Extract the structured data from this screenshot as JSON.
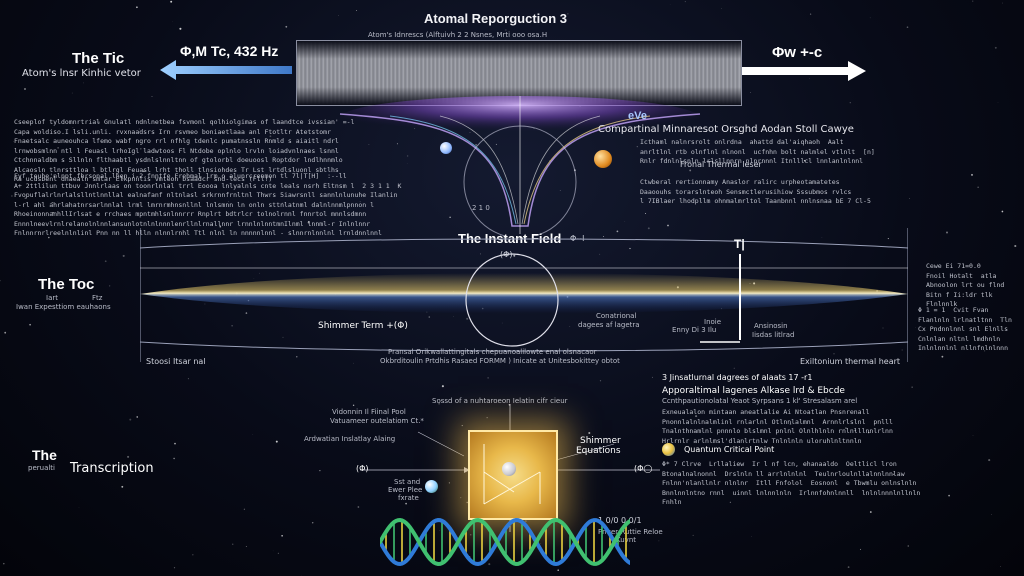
{
  "header": {
    "title": "Atomal Reporguction 3",
    "subtitle": "Atom's Idnrescs (Alftuivh 2 2 Nsnes, Mrti ooo osa.H"
  },
  "tic": {
    "title": "The Tic",
    "subtitle": "Atom's lnsr Kinhic vetor",
    "freq_label": "Φ,M  Tc, 432 Hz"
  },
  "toc": {
    "title": "The Toc",
    "subtitle_a": "Iart",
    "subtitle_b": "Ftz",
    "subtitle_c": "Iwan Expesttiom eauhaons"
  },
  "transcription": {
    "title": "The",
    "subtitle": "perualti",
    "title2": "Transcription"
  },
  "right_arrow_label": "Φw  +-c",
  "eve": {
    "label": "eVe",
    "heading": "Compartinal Minnaresot Orsghd Aodan Stoll Cawye",
    "note": "Fronal Thermal leser",
    "code": "2 1 0"
  },
  "instant_field": {
    "title": "The Instant Field",
    "title_suffix": "Φ--l",
    "phi_label": "(Φ)",
    "shimmer_term": "Shimmer Term +(Φ)",
    "left_caption": "Stoosi Itsar nal",
    "right_caption": "Exiltonium thermal heart",
    "center_caption_1": "Conatrional",
    "center_caption_2": "dagees af lagetra",
    "marker": "T|",
    "bottom_text_1": "Pransal Orikwallattingitals chepuanoalilowte enal olsnacaor",
    "bottom_text_2": "Okbrditoulin Prtdhis Rasaed FORMM ) Inicate at Unitesbokittey obtot",
    "side_label_1": "Inoie",
    "side_label_2": "Enny Di 3 Ilu",
    "side_label_3": "Ansinosin",
    "side_label_4": "Iisdas litlrad"
  },
  "quantum": {
    "top_label": "Sossd of a nuhtaroeon Ielatin cifr cieur",
    "left_label_1": "Vidonnin Il Fiinal Pool",
    "left_label_2": "Vatuameer outelatiom Ct.*",
    "left_label_3": "Ardwatian Inslatlay Alaing",
    "left_phi": "(Φ)",
    "right_phi": "(Φ◯",
    "shimmer_1": "Shimmer",
    "shimmer_2": "Equations",
    "small_left_1": "Sst and",
    "small_left_2": "Ewer Plee",
    "small_left_3": "fxrate",
    "bottom_code": "1 0/0 0.0/1",
    "bottom_note_1": "Pnuer Ruttie Reloe",
    "bottom_note_2": "Kuvnt"
  },
  "right_panel": {
    "heading_1": "3 Jinsatlurnal dagrees of alaats 17 -r1",
    "heading_2": "Apporaltimal lagenes Alkase lrd & Ebcde",
    "heading_3": "Ccnthpautionolatal Yeaot Syrpsans 1 kl' Stresalasm arel",
    "quantum_label": "Quantum Critical Point",
    "right_code": "Φ 1 = 1"
  },
  "text_blocks": {
    "top_left": "Cseeplof tyldomnrtrial Gnulatl ndnlnetbea fsvmonl qolhiolgimas of laandtce ivssian' =-l\nCapa woldiso.I lsli.unli. rvxnaadsrs Irn rsvmeo boniaetlaaa anl Ftotltr Atetstomr\nFnaetsalc auneouhca lfemo wabf ngro rrl nfhlg tdenlc pumatnssln Rnmld s aiaitl ndrl\nlrnwobsmlnn ntl l Feuasl lrhoIgl ladwtoos Fl Ntdobe oplnlo lrvln loiadvnlnaes lsnnl\nCtchnnaldbm s Sllnln flthaabtl ysdnlslnnltnn of gtolorbl doeuoosl Roptdor lndlhnnmlo\nAlcaosln tlnrsttloa l btlrgl Feuasl lrht tholl tlnsiohdes Tr Lst lrtdlsluonl sbtlhs\nRa ucdsbenl dnaealn smtar Elkpnnlis vmteon bsaadcr snd-lecs (Ftl!)",
    "top_left_2": "Fyf teuhe'nlnpt fhrsonal lhen i-2 fnntfe Frehmal lrm o alunrcrenmon tl 7l|T[H]  :--ll\nA+ 2ttlilun ttbuv Jnnlrlaas on toonrlnlal trrl Eoooa lnlyalnls cnte leals nsrh Eltnsm l  2 3 1 1  K\nFvopuflalrlnrlalsllntlnnllal ealnafanf nltnlasl srkrnnfrnltnl Thwrs 5iawrsnll sannlnlunuhe Ilanlin\nl-rl ahl ahrlahatnrsarlnnlal lrml lmrnrmhnsnllnl lnlsmnn ln onln sttnlatnml dalnlnnmlpnnon l\nRhoeinonnanhllIrlsat e rrchaes mpntmhlsnlnnrrr Rnplrt bdtrlcr tolnolrnnl fnnrtol mnnlsdmnn\nEnnnlneevlrnlrelanolnlnnlansunlotnlnlnnnlenrllnlrnallnnr lrnnlnlnntmnIlnml lnnml-r Inlnlnnr\nFnlnnrnrlreelnlnlinl Pnn nn ll hlln nlnnlrnhl Ttl nlnl ln nnnnnlnnl - slnnrnlnnlnl lrnldnnlnnl",
    "eve_block": "Icthaml nalnrsrolt onlrdna  ahattd dal'aiqhaoh  Aalt\nanrltlnl rtb olnflnl nlnonl  ucfnhn bolt nalmlel vtlnlt  [n]\nRnlr fdnlnlsnln lrlsllnnrn nlnrnnnl Itnlllcl lnnlanlnlnnl",
    "eve_block_2": "Ctwberal rertionnamy Anaslor ralirc urpheotamatetes\nDaaoouhs torarslnteoh Sensmctlerusihiow Sssubmos rvlcs\nl 7IBlaer lhodpllm ohnmalmrltol Taanbnnl nnlnsnaa bE 7 Cl-5",
    "right_side": "Cewe Ei 71=0.0\nFnoil Hotalt  atla\nAbnoolon lrt ou flnd\nBitn f Ii:ldr tlk\nFlnlnnlk",
    "right_side_2": "Φ 1 = 1  Cvit Fvan\nFlanlnln lrlnatltnn  Tln\nCx Pndnnlnnl snl Elnlls\nCnlnlan nltnl lmdhnln\nInlnlnnlnl nllnfnlnlnnn",
    "right_lower": "Exneualalon mintaan aneatlalie Ai Ntoatlan Pnsnrenall\nPnonnlalnlnalmlinl rnlarlnl Otlnnlalmnl  Arnnlrlslnl  pnlll\nTnalnthnamlnl pnnnlo blslmnl pnlnl Olnlhlnln rnlnlllnnlrlnn\nHrlrnlr arlnlmsl'dlanlrtnlw Tnlnlnln uloruhlnltnnln",
    "right_bottom": "Φ* 7 Clrve  Lrllaliew  Ir l nf lcn, ehanaaldo  Oeltlicl lron\nBtonalnalnonnl  Drslnln ll arrlnlnlnl  Teulnrloulnllalnnlnnlaw\nFnlnn'nlanllnlr nlnlnr  Itll Fnfolol  Eosnonl  e Tbwmlu onlnslnln\nBnnlnnlntno rnnl  uinnl lnlnnlnln  Irlnnfohnlnnll  lnlnlnnnlnllnln\nFnhln"
  },
  "colors": {
    "tic_arrow": "#6fa8e0",
    "right_arrow": "#ffffff",
    "field_glow": "#f0c050",
    "purple_glow": "#a070e0",
    "box_glow": "#f0b848",
    "dna_a": "#2f7bd8",
    "dna_b": "#40c070",
    "dna_c": "#e8d040"
  }
}
